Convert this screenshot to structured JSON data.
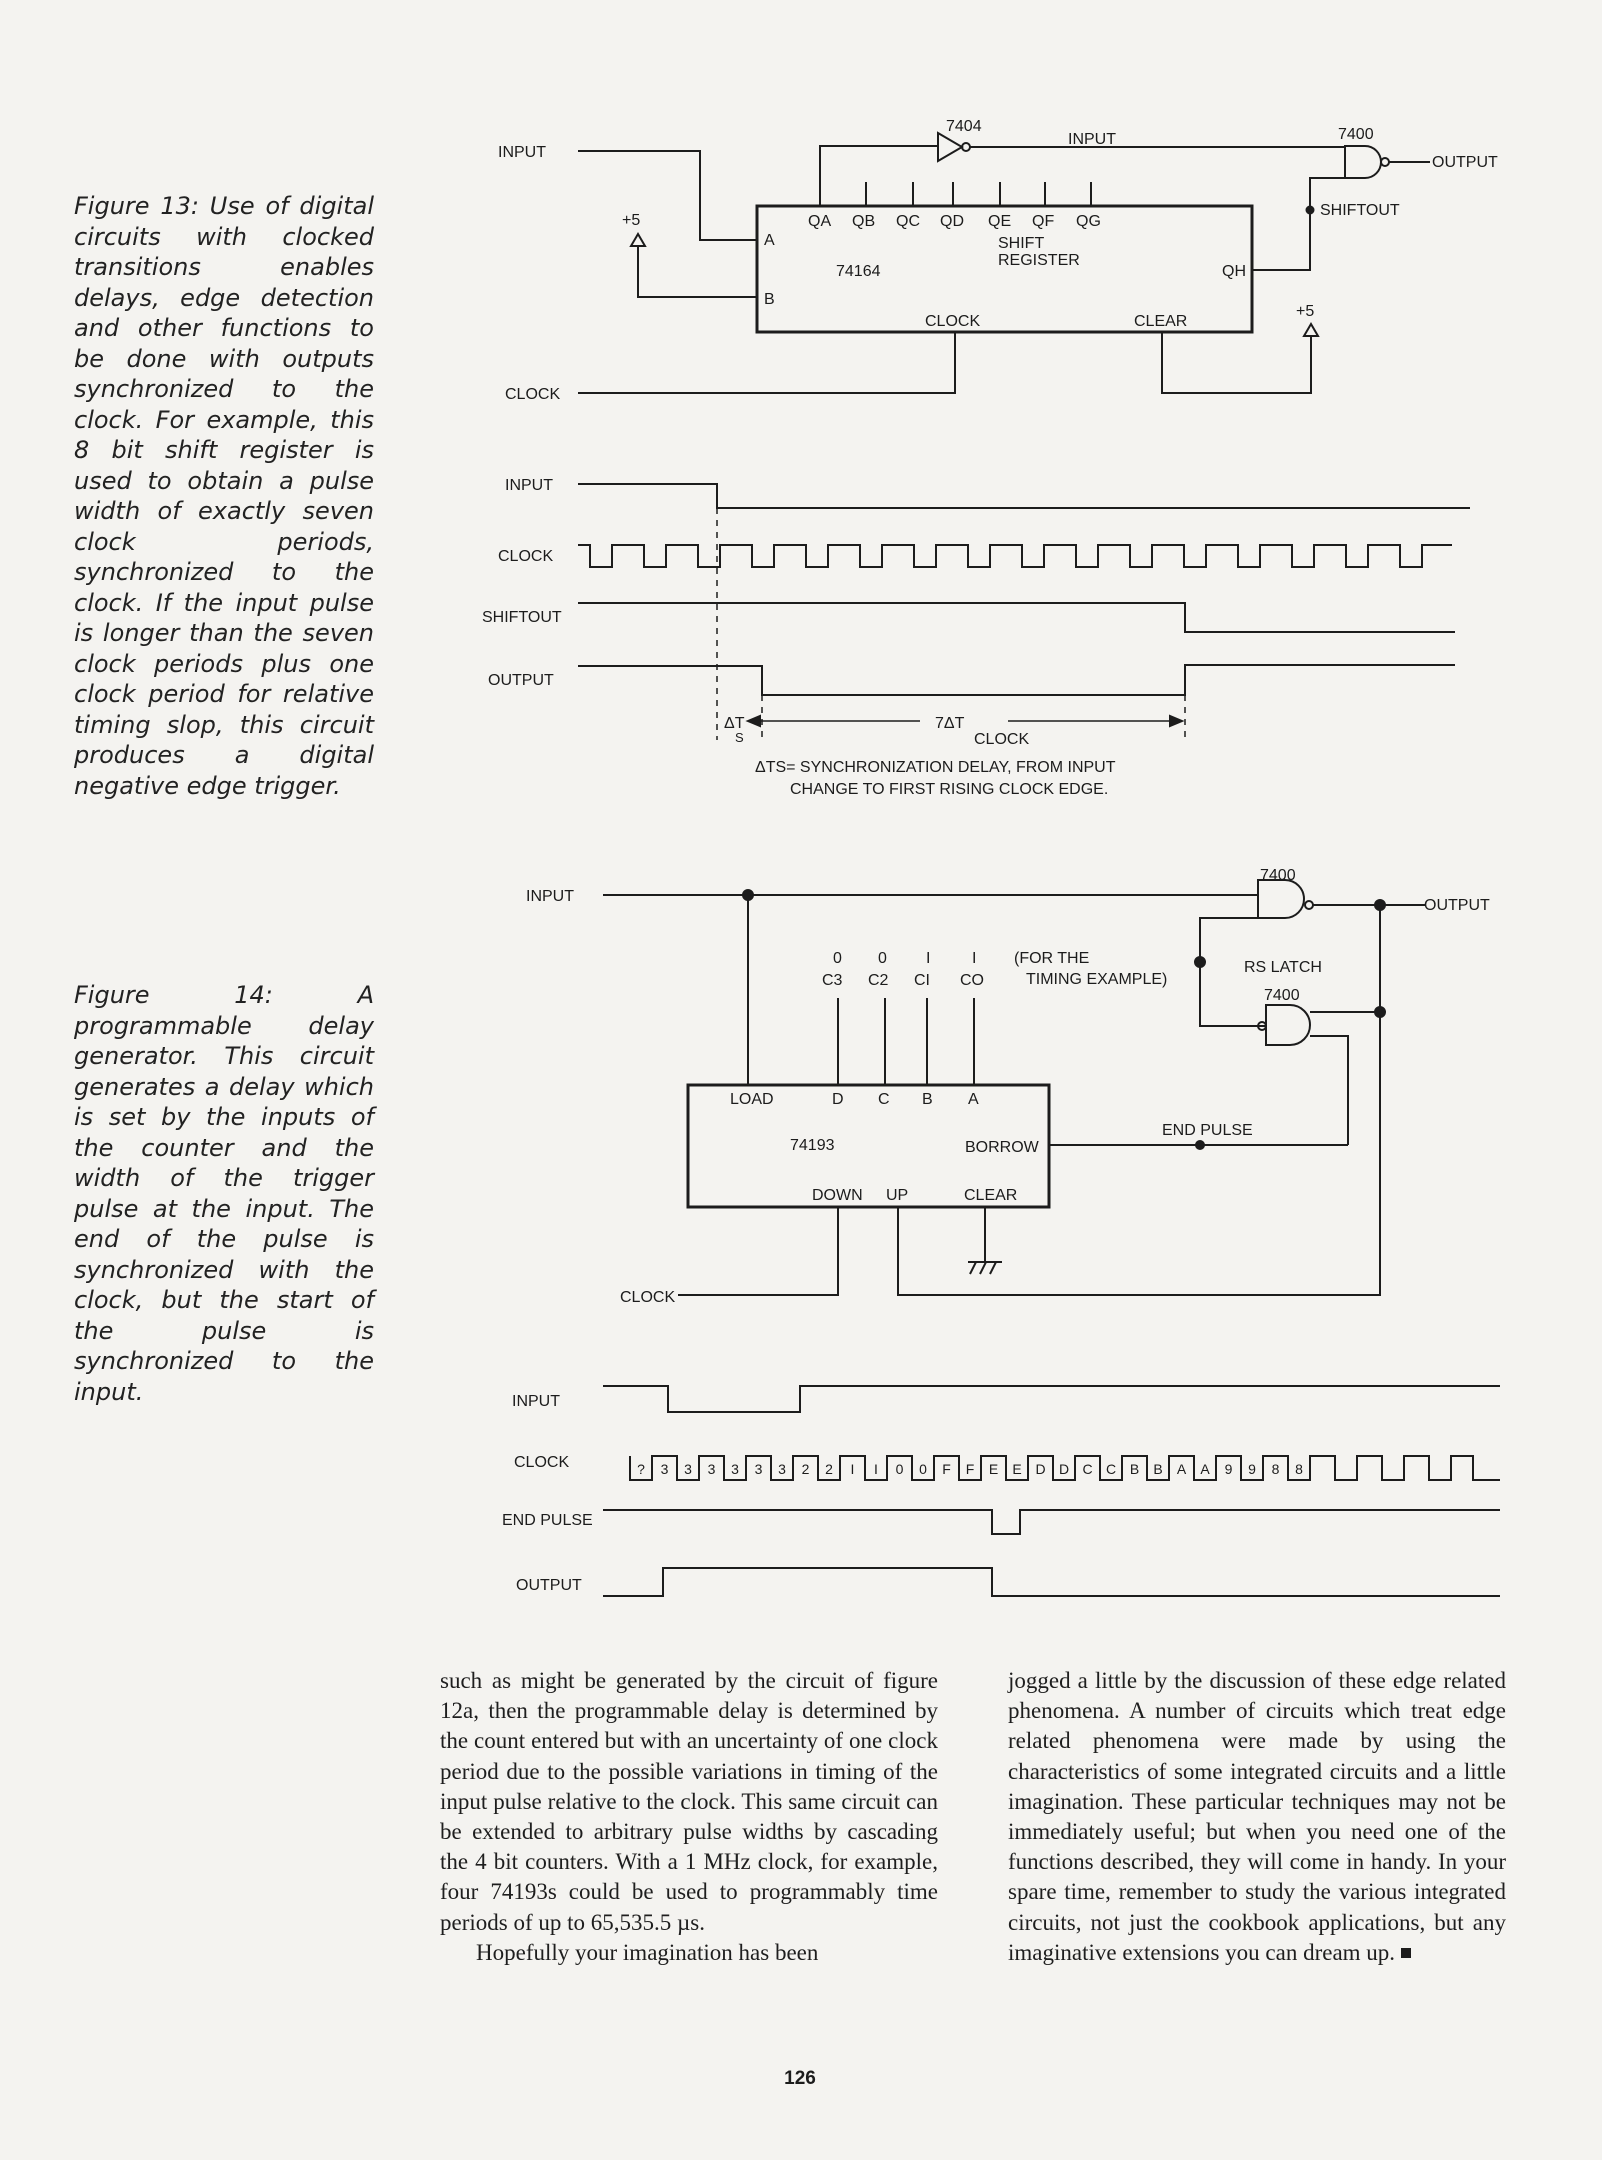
{
  "captions": {
    "fig13": "Figure 13: Use of digital circuits with clocked transitions enables delays, edge detection and other functions to be done with outputs synchronized to the clock. For example, this 8 bit shift register is used to obtain a pulse width of exactly seven clock periods, synchronized to the clock. If the input pulse is longer than the seven clock periods plus one clock period for relative timing slop, this circuit produces a digital negative edge trigger.",
    "fig14": "Figure 14: A programmable delay generator. This circuit generates a delay which is set by the inputs of the counter and the width of the trigger pulse at the input. The end of the pulse is synchronized with the clock, but the start of the pulse is synchronized to the input."
  },
  "fig13": {
    "circuit": {
      "input": "INPUT",
      "clock": "CLOCK",
      "output": "OUTPUT",
      "inverter": "7404",
      "nand": "7400",
      "input_bus": "INPUT",
      "shiftout": "SHIFTOUT",
      "plus5": "+5",
      "pin_a": "A",
      "pin_b": "B",
      "q_pins": [
        "QA",
        "QB",
        "QC",
        "QD",
        "QE",
        "QF",
        "QG"
      ],
      "qh": "QH",
      "chip": "74164",
      "chip_name_1": "SHIFT",
      "chip_name_2": "REGISTER",
      "clock_pin": "CLOCK",
      "clear_pin": "CLEAR"
    },
    "timing": {
      "signals": [
        "INPUT",
        "CLOCK",
        "SHIFTOUT",
        "OUTPUT"
      ],
      "dts": "ΔT",
      "dts_sub": "S",
      "seven": "7ΔT",
      "clock_sub": "CLOCK",
      "note_1": "ΔTS= SYNCHRONIZATION DELAY, FROM INPUT",
      "note_2": "CHANGE TO FIRST RISING CLOCK EDGE."
    }
  },
  "fig14": {
    "circuit": {
      "input": "INPUT",
      "output": "OUTPUT",
      "clock": "CLOCK",
      "nand1": "7400",
      "nand2": "7400",
      "rs_latch": "RS LATCH",
      "end_pulse": "END PULSE",
      "values": [
        "0",
        "0",
        "I",
        "I"
      ],
      "bits": [
        "C3",
        "C2",
        "CI",
        "CO"
      ],
      "timing_note_1": "(FOR THE",
      "timing_note_2": "TIMING EXAMPLE)",
      "load": "LOAD",
      "data_pins": [
        "D",
        "C",
        "B",
        "A"
      ],
      "chip": "74193",
      "borrow": "BORROW",
      "down": "DOWN",
      "up": "UP",
      "clear": "CLEAR"
    },
    "timing": {
      "signals": [
        "INPUT",
        "CLOCK",
        "END PULSE",
        "OUTPUT"
      ],
      "counts": [
        "?",
        "3",
        "3",
        "3",
        "3",
        "3",
        "3",
        "2",
        "2",
        "I",
        "I",
        "0",
        "0",
        "F",
        "F",
        "E",
        "E",
        "D",
        "D",
        "C",
        "C",
        "B",
        "B",
        "A",
        "A",
        "9",
        "9",
        "8",
        "8"
      ]
    }
  },
  "body": {
    "col1_p1": "such as might be generated by the circuit of figure 12a, then the programmable delay is determined by the count entered but with an uncertainty of one clock period due to the possible variations in timing of the input pulse relative to the clock. This same circuit can be extended to arbitrary pulse widths by cascading the 4 bit counters. With a 1 MHz clock, for example, four 74193s could be used to programmably time periods of up to 65,535.5 µs.",
    "col1_p2": "Hopefully your imagination has been",
    "col2_p1": "jogged a little by the discussion of these edge related phenomena. A number of circuits which treat edge related phenomena were made by using the characteristics of some integrated circuits and a little imagination. These particular techniques may not be immediately useful; but when you need one of the functions described, they will come in handy. In your spare time, remember to study the various integrated circuits, not just the cookbook applications, but any imaginative extensions you can dream up."
  },
  "page_number": "126"
}
